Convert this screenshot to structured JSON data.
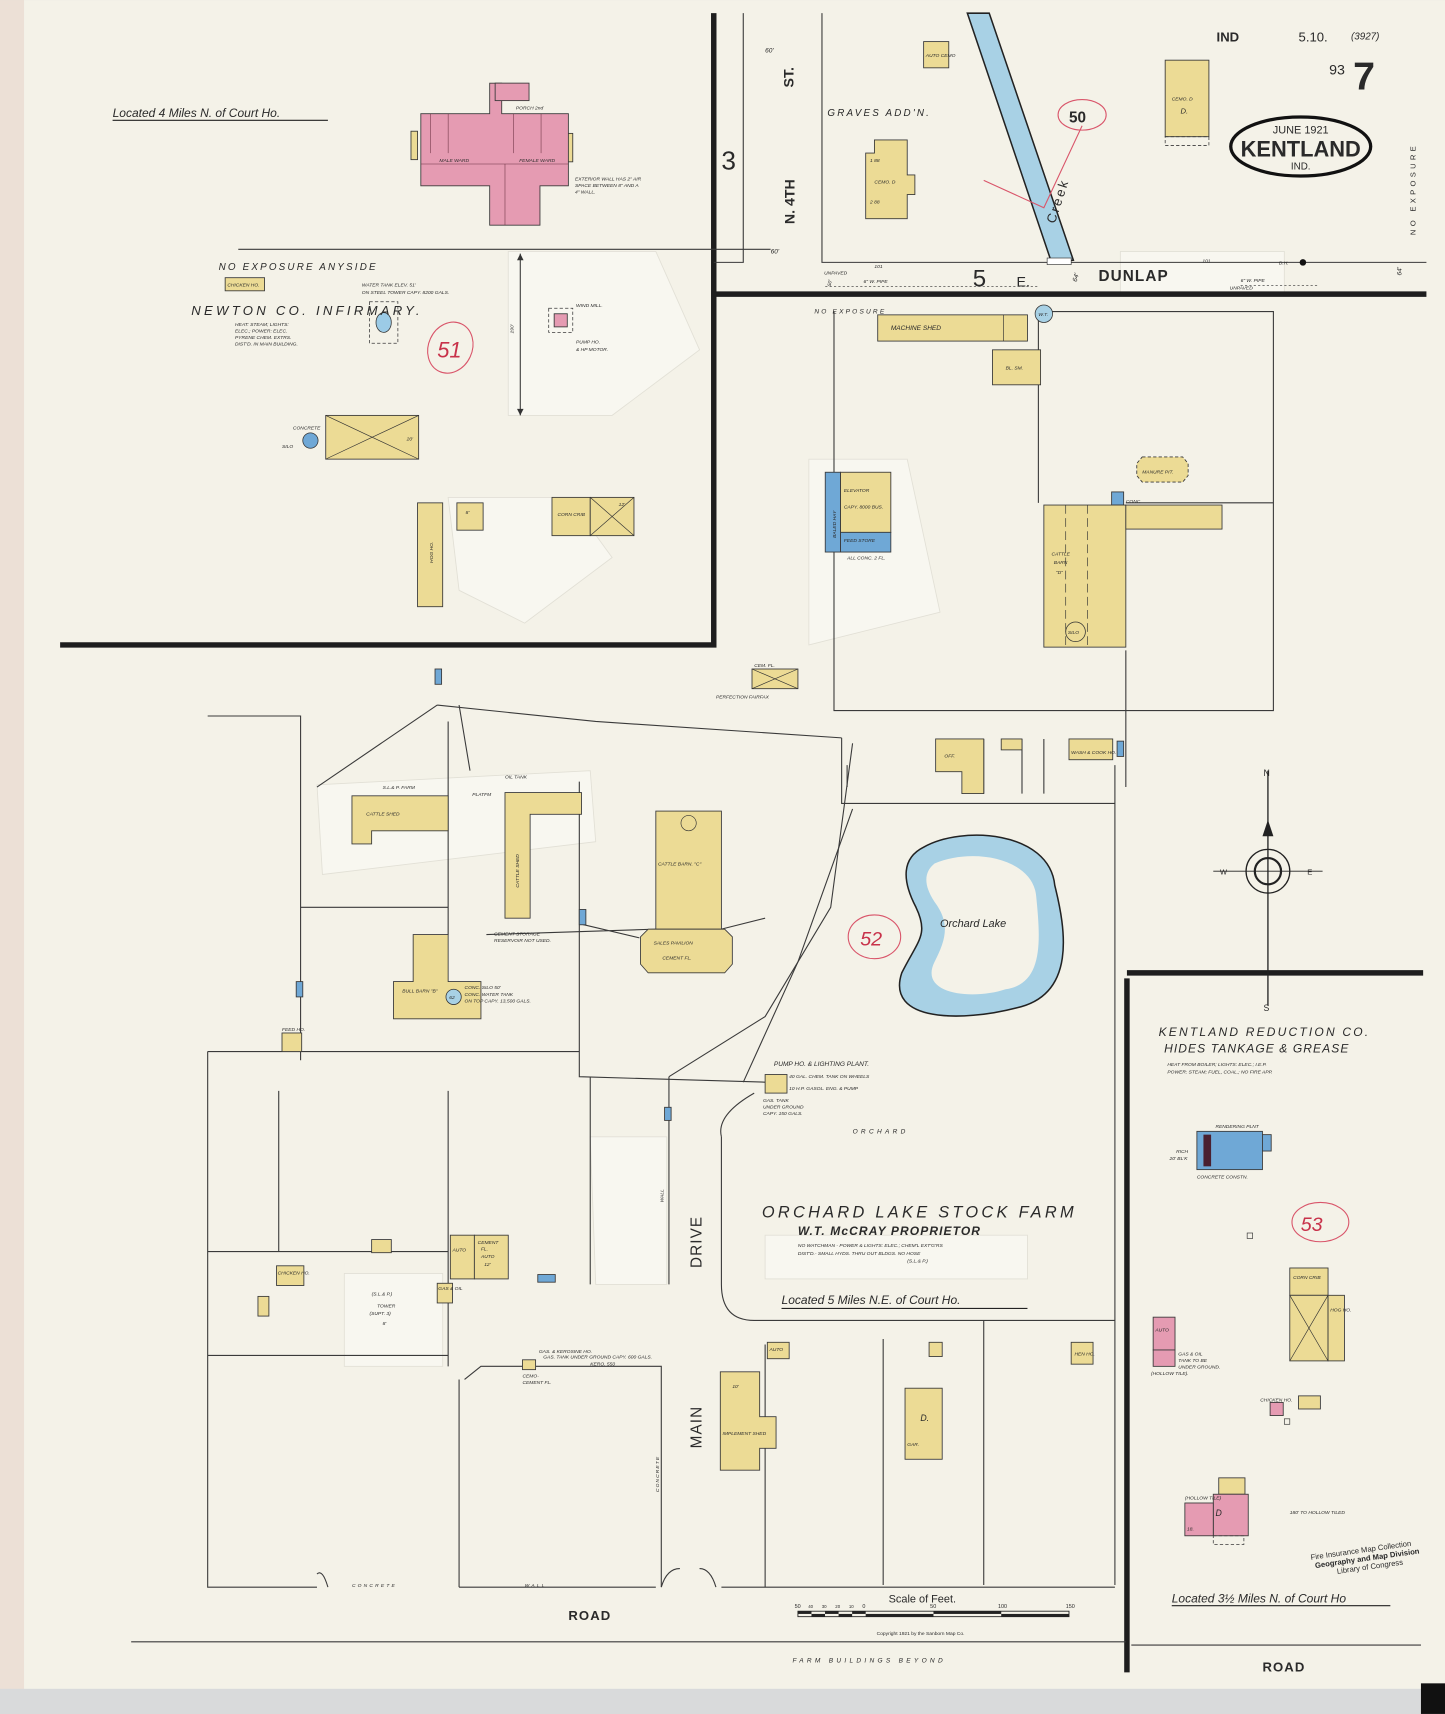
{
  "header": {
    "state_code": "IND",
    "volume": "5.10.",
    "sheet_ref": "(3927)",
    "sheet_sub": "93",
    "sheet_number": "7",
    "date": "JUNE 1921",
    "town": "KENTLAND",
    "state": "IND."
  },
  "fire_district_numbers": [
    "50",
    "51",
    "52",
    "53"
  ],
  "infirmary": {
    "location": "Located 4 Miles N. of Court Ho.",
    "name": "NEWTON CO. INFIRMARY.",
    "notes": [
      "HEAT: STEAM; LIGHTS:",
      "ELEC.; POWER: ELEC.",
      "PYRENE CHEM. EXTRS.",
      "DIST'D. IN MAIN BUILDING."
    ],
    "male_ward": "MALE WARD",
    "female_ward": "FEMALE WARD",
    "porch": "PORCH 2nd",
    "wall_note": [
      "EXTERIOR WALL HAS 2\" AIR",
      "SPACE BETWEEN 8\" AND A",
      "4\" WALL."
    ],
    "chicken_ho": "CHICKEN HO.",
    "water_tank": [
      "WATER TANK ELEV. 51'",
      "ON STEEL TOWER CAPY. 8200 GALS."
    ],
    "wind_mill": "WIND MILL.",
    "pump_ho": [
      "PUMP HO.",
      "& HP MOTOR."
    ],
    "no_exposure": "NO EXPOSURE ANYSIDE",
    "concrete": "CONCRETE",
    "silo": "SILO",
    "dim_20": "20'",
    "dim_190": "190'",
    "hog_ho": "HOG HO.",
    "corn_crib": "CORN CRIB",
    "dim_8": "8'",
    "dim_12": "12'"
  },
  "graves": {
    "addition": "GRAVES ADD'N.",
    "street_n4th": "N. 4TH",
    "street_st": "ST.",
    "block_3": "3",
    "block_5": "5",
    "width_60a": "60'",
    "width_60b": "60'",
    "creek": "Creek",
    "auto_cemo": "AUTO CEMO",
    "cemo_d": "CEMO. D",
    "d": "D.",
    "dim_188": "1 88",
    "dim_288": "2 88",
    "no_exposure_side": "NO EXPOSURE"
  },
  "dunlap": {
    "name": "DUNLAP",
    "prefix": "E.",
    "unpaved_1": "UNPAVED",
    "unpaved_2": "UNPAVED",
    "house_no_1": "101",
    "house_no_2": "101",
    "pipe_1": "6\" W. PIPE",
    "pipe_2": "6\" W. PIPE",
    "dh": "D.H.",
    "width_50": "50'",
    "width_64a": "64'",
    "width_64b": "64'"
  },
  "stock_farm": {
    "no_exposure": "NO EXPOSURE",
    "machine_shed": "MACHINE SHED",
    "bl_sm": "BL. SM.",
    "wt": "W.T.",
    "elevator": "ELEVATOR",
    "elevator_capy": "CAPY. 8000 BUS.",
    "baled_hay": "BALED HAY",
    "feed_store": "FEED STORE",
    "all_conc": "ALL CONC. 2 FL.",
    "manure_pit": "MANURE PIT.",
    "conc": "CONC.",
    "cattle_barn_d": [
      "CATTLE",
      "BARN",
      "\"D\""
    ],
    "silo": "SILO",
    "cem_fl": "CEM. FL.",
    "perfection": "PERFECTION FAIRFAX",
    "off": "OFF.",
    "wash_cook": "WASH & COOK HO.",
    "s_l_farm": "S.L.& P. FARM",
    "oil_tank": "OIL TANK",
    "platfm": "PLATFM",
    "cattle_shed_1": "CATTLE SHED",
    "cattle_shed_2": "CATTLE SHED",
    "cement_storage": [
      "CEMENT STORAGE",
      "RESERVOIR NOT USED."
    ],
    "cattle_barn_c": "CATTLE BARN. \"C\"",
    "sales_pavilion": "SALES PAVILION",
    "cement_fl": "CEMENT FL.",
    "bull_barn": "BULL BARN \"B\"",
    "silo_no": "62",
    "silo_note": [
      "CONC. SILO 50'",
      "CONC. WATER TANK",
      "ON TOP CAPY. 13,500 GALS."
    ],
    "feed_ho": "FEED HO.",
    "lake": "Orchard Lake",
    "pump_plant": "PUMP HO. & LIGHTING PLANT.",
    "pump_notes": [
      "40 GAL. CHEM. TANK ON WHEELS",
      "10 H.P. GASOL. ENG. & PUMP"
    ],
    "gas_tank": [
      "GAS. TANK",
      "UNDER GROUND",
      "CAPY. 150 GALS."
    ],
    "orchard": "ORCHARD",
    "title": "ORCHARD LAKE STOCK FARM",
    "proprietor": "W.T. McCRAY PROPRIETOR",
    "notes": [
      "NO WATCHMAN - POWER & LIGHTS: ELEC.; CHEM'L EXT'G'RS",
      "DIST'D.- SMALL HYDS. THRU OUT BLDGS. NO HOSE",
      "(S.L.& P.)"
    ],
    "location": "Located 5 Miles N.E. of Court Ho.",
    "drive": "DRIVE",
    "main": "MAIN",
    "wall_1": "WALL",
    "wall_2": "WALL",
    "concrete_1": "CONCRETE",
    "concrete_2": "CONCRETE",
    "road": "ROAD",
    "auto": "AUTO",
    "auto_cement": [
      "CEMENT",
      "FL.",
      "AUTO",
      "12'"
    ],
    "gas_oil": "GAS & OIL",
    "chicken_ho": "CHICKEN HO.",
    "tower": [
      "(S.L.& P.)",
      "TOWER",
      "(SUPT. 3)",
      "8'"
    ],
    "kerosine": [
      "GAS. & KEROSINE HO.",
      "GAS. TANK UNDER GROUND CAPY. 600 GALS.",
      "KERO. 550"
    ],
    "cemo_cement": [
      "CEMO-",
      "CEMENT FL."
    ],
    "auto_sema": "AUTO",
    "implement_shed": "IMPLEMENT SHED",
    "dim_10": "10'",
    "d": "D.",
    "gar": "GAR.",
    "hen_ho": "HEN HO.",
    "farm_beyond": "FARM BUILDINGS BEYOND"
  },
  "reduction": {
    "name": "KENTLAND REDUCTION CO.",
    "sub": "HIDES TANKAGE & GREASE",
    "notes": [
      "HEAT FROM BOILER; LIGHTS: ELEC.; I.E.P.",
      "POWER: STEAM; FUEL, COAL.; NO FIRE APP."
    ],
    "rendering": "RENDERING PLNT",
    "rich": [
      "RICH",
      "20' BL'K"
    ],
    "concrete": "CONCRETE CONSTN.",
    "corn_crib": "CORN CRIB",
    "hog_ho": "HOG HO.",
    "auto": "AUTO",
    "gas_oil": [
      "GAS & OIL",
      "TANK TO BE",
      "UNDER GROUND."
    ],
    "hollow_tile": "(HOLLOW TILE).",
    "chicken_ho": "CHICKEN HO.",
    "house_hollow": "(HOLLOW TILE)",
    "house_d": "D",
    "house_18": "18.",
    "hollow_note": "180' TO HOLLOW TILED",
    "location": "Located 3½ Miles N. of Court Ho",
    "road": "ROAD"
  },
  "compass": {
    "n": "N",
    "s": "S",
    "e": "E",
    "w": "W"
  },
  "scale": {
    "title": "Scale of Feet.",
    "ticks": [
      "50",
      "40",
      "30",
      "20",
      "10",
      "0",
      "50",
      "100",
      "150"
    ],
    "copyright": "Copyright 1921 by the Sanborn Map Co."
  },
  "stamp": [
    "Fire Insurance Map Collection",
    "Geography and Map Division",
    "Library of Congress"
  ],
  "colors": {
    "paper": "#f4f2e8",
    "frame": "#ecdb95",
    "brick": "#e59bb2",
    "stone": "#6fa8d6",
    "water": "#a8d1e5",
    "annotation_red": "#d9556a"
  }
}
